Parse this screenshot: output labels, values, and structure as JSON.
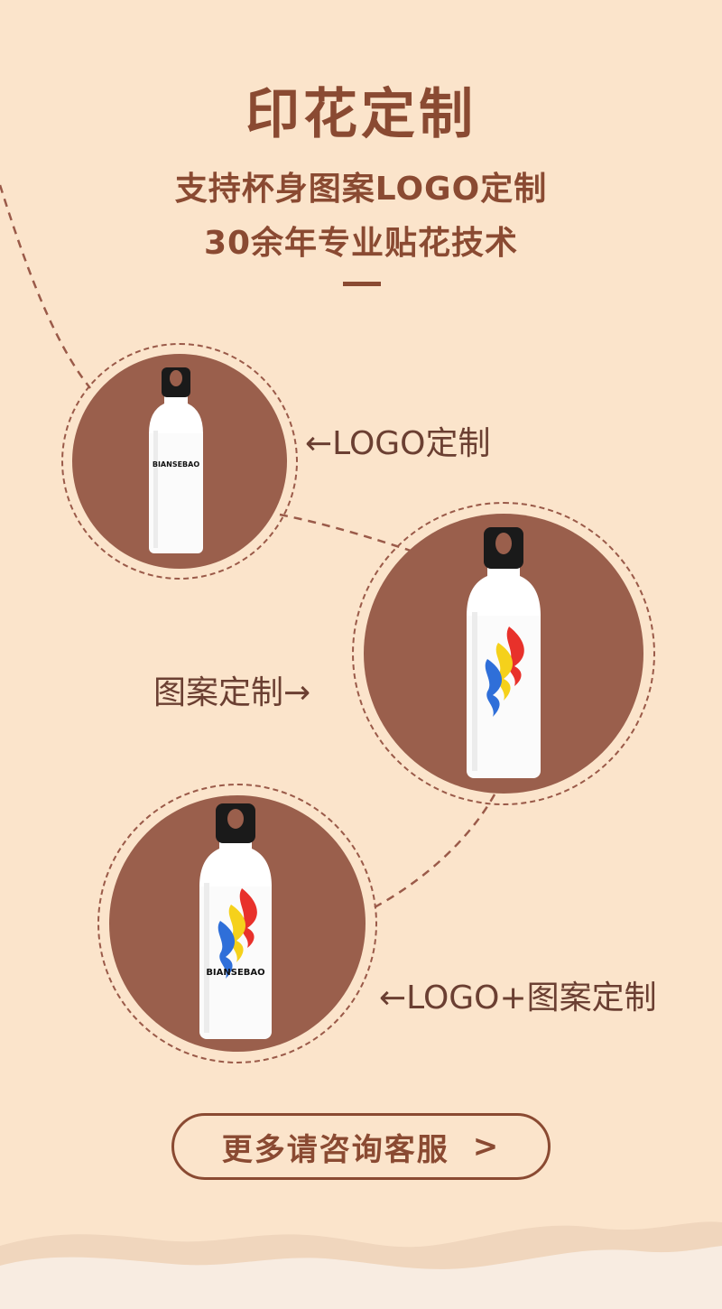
{
  "header": {
    "title": "印花定制",
    "subtitle_line1": "支持杯身图案LOGO定制",
    "subtitle_line2": "30余年专业贴花技术"
  },
  "options": [
    {
      "caption": "←LOGO定制",
      "bottle_text": "BIANSEBAO"
    },
    {
      "caption": "图案定制→"
    },
    {
      "caption": "←LOGO+图案定制",
      "bottle_text": "BIANSEBAO"
    }
  ],
  "cta": {
    "label": "更多请咨询客服",
    "arrow": ">"
  },
  "colors": {
    "background": "#fbe4cb",
    "accent": "#8a4a32",
    "circle_fill": "#9a5f4c",
    "flame_red": "#e8312b",
    "flame_yellow": "#f5d11b",
    "flame_blue": "#2f6fd9"
  }
}
